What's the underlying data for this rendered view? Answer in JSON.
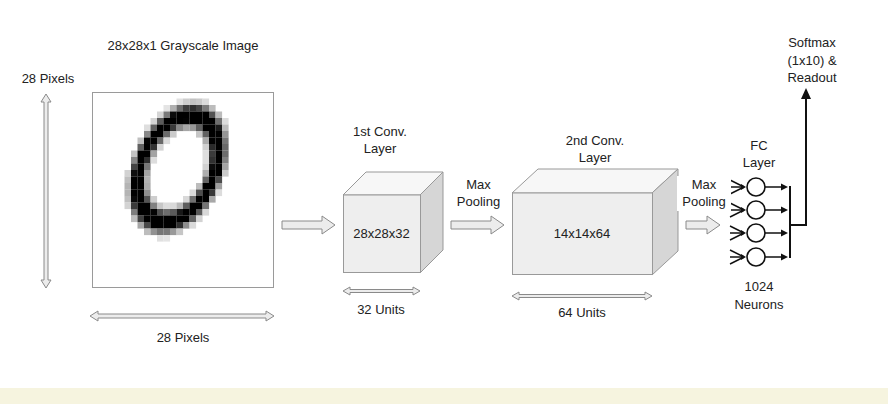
{
  "diagram": {
    "nodes": [
      {
        "text": [
          "28x28x1 Grayscale Image"
        ]
      },
      {
        "text": [
          "1st Conv. Layer",
          "28x28x32"
        ]
      },
      {
        "text": [
          "2nd Conv. Layer",
          "14x14x64"
        ]
      },
      {
        "text": [
          "FC Layer",
          "1024 Neurons"
        ]
      }
    ],
    "edges": [
      {
        "from": 0,
        "to": 1,
        "arrow": "to"
      },
      {
        "from": 1,
        "to": 2,
        "label": "Max Pooling",
        "arrow": "to"
      },
      {
        "from": 2,
        "to": 3,
        "label": "Max Pooling",
        "arrow": "to"
      }
    ],
    "labels": [
      "28 Pixels",
      "28 Pixels",
      "32 Units",
      "64 Units",
      "Softmax (1x10) & Readout"
    ]
  }
}
